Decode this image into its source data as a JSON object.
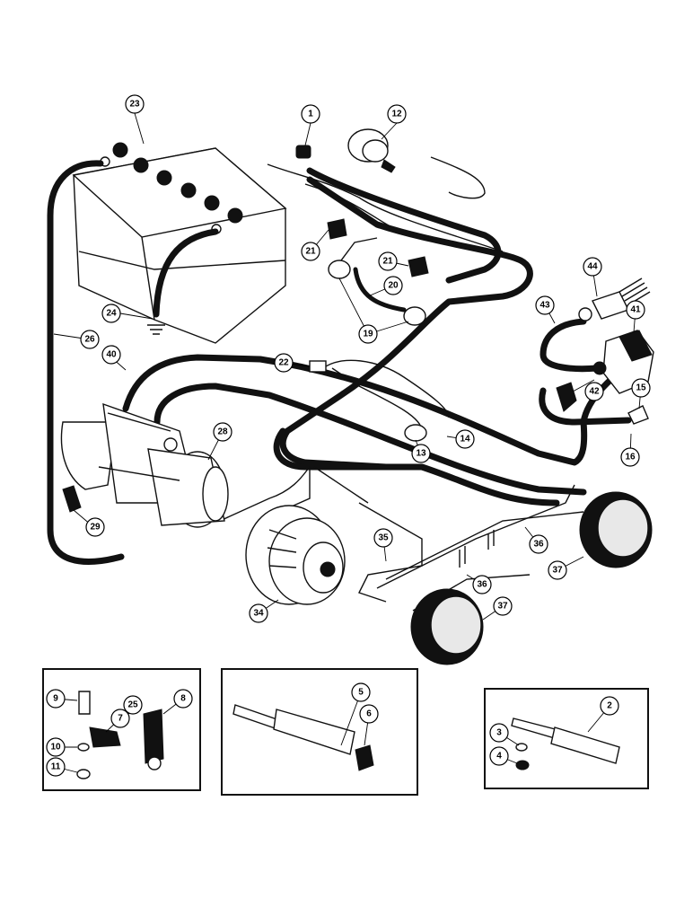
{
  "callouts": [
    {
      "id": "c1",
      "label": "1"
    },
    {
      "id": "c2",
      "label": "2"
    },
    {
      "id": "c3",
      "label": "3"
    },
    {
      "id": "c4",
      "label": "4"
    },
    {
      "id": "c5",
      "label": "5"
    },
    {
      "id": "c6",
      "label": "6"
    },
    {
      "id": "c7",
      "label": "7"
    },
    {
      "id": "c8",
      "label": "8"
    },
    {
      "id": "c9",
      "label": "9"
    },
    {
      "id": "c10",
      "label": "10"
    },
    {
      "id": "c11",
      "label": "11"
    },
    {
      "id": "c12",
      "label": "12"
    },
    {
      "id": "c13",
      "label": "13"
    },
    {
      "id": "c14",
      "label": "14"
    },
    {
      "id": "c15",
      "label": "15"
    },
    {
      "id": "c16",
      "label": "16"
    },
    {
      "id": "c19",
      "label": "19"
    },
    {
      "id": "c20",
      "label": "20"
    },
    {
      "id": "c21a",
      "label": "21"
    },
    {
      "id": "c21b",
      "label": "21"
    },
    {
      "id": "c22",
      "label": "22"
    },
    {
      "id": "c23",
      "label": "23"
    },
    {
      "id": "c24",
      "label": "24"
    },
    {
      "id": "c25",
      "label": "25"
    },
    {
      "id": "c26",
      "label": "26"
    },
    {
      "id": "c28",
      "label": "28"
    },
    {
      "id": "c29",
      "label": "29"
    },
    {
      "id": "c34",
      "label": "34"
    },
    {
      "id": "c35",
      "label": "35"
    },
    {
      "id": "c36a",
      "label": "36"
    },
    {
      "id": "c36b",
      "label": "36"
    },
    {
      "id": "c37a",
      "label": "37"
    },
    {
      "id": "c37b",
      "label": "37"
    },
    {
      "id": "c40",
      "label": "40"
    },
    {
      "id": "c41",
      "label": "41"
    },
    {
      "id": "c42",
      "label": "42"
    },
    {
      "id": "c43",
      "label": "43"
    },
    {
      "id": "c44",
      "label": "44"
    }
  ]
}
